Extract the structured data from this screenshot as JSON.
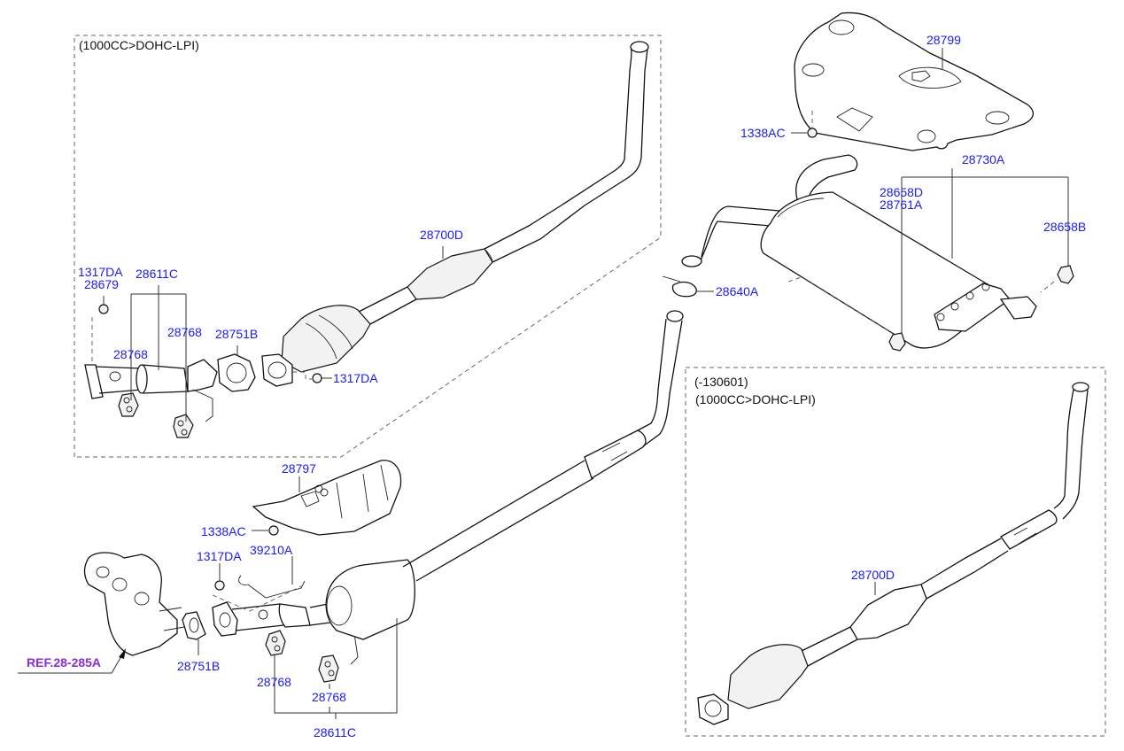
{
  "diagram": {
    "title": "Exhaust system parts diagram",
    "label_color": "#1a1aff",
    "ref_color": "#8a2be2"
  },
  "frames": {
    "top_left": {
      "notes": [
        "(1000CC>DOHC-LPI)"
      ]
    },
    "bottom_right": {
      "notes": [
        "(-130601)",
        "(1000CC>DOHC-LPI)"
      ]
    }
  },
  "labels": {
    "tl_28700D": "28700D",
    "tl_1317DA_a": "1317DA",
    "tl_28679": "28679",
    "tl_28611C": "28611C",
    "tl_28768_a": "28768",
    "tl_28768_b": "28768",
    "tl_28751B": "28751B",
    "tl_1317DA_b": "1317DA",
    "tr_28799": "28799",
    "tr_1338AC": "1338AC",
    "tr_28730A": "28730A",
    "tr_28658D": "28658D",
    "tr_28761A": "28761A",
    "tr_28658B": "28658B",
    "tr_28640A": "28640A",
    "bl_28797": "28797",
    "bl_1338AC": "1338AC",
    "bl_1317DA": "1317DA",
    "bl_39210A": "39210A",
    "bl_28751B": "28751B",
    "bl_28768_a": "28768",
    "bl_28768_b": "28768",
    "bl_28611C": "28611C",
    "br_28700D": "28700D"
  },
  "reference": {
    "label": "REF.28-285A"
  }
}
